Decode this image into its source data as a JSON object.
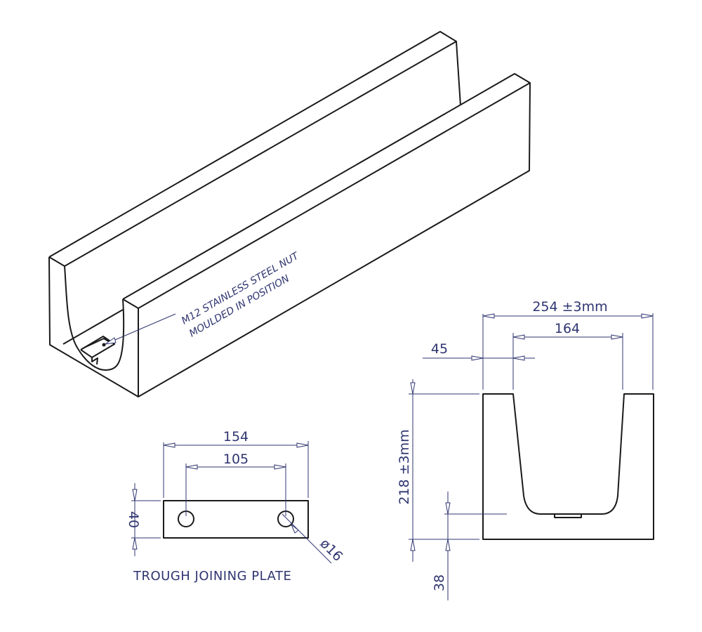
{
  "drawing": {
    "iso_view": {
      "annotation_line1": "M12 STAINLESS STEEL NUT",
      "annotation_line2": "MOULDED IN POSITION"
    },
    "end_section": {
      "overall_width": "254 ±3mm",
      "channel_width": "164",
      "wall_top_width": "45",
      "overall_height": "218 ±3mm",
      "base_thickness": "38"
    },
    "joining_plate": {
      "length": "154",
      "hole_centres": "105",
      "height": "40",
      "hole_diameter": "ø16",
      "caption": "TROUGH JOINING PLATE"
    }
  },
  "colors": {
    "object_line": "#1a1a1a",
    "dimension": "#2f3570"
  }
}
